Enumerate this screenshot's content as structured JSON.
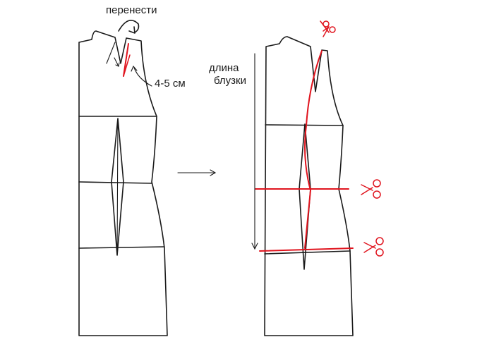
{
  "labels": {
    "move": "перенести",
    "dart_size": "4-5 см",
    "length_line1": "длина",
    "length_line2": "блузки"
  },
  "colors": {
    "outline": "#1a1a1a",
    "accent": "#e0141e",
    "background": "#ffffff"
  },
  "icons": [
    "curved-arrow-icon",
    "arrow-right-icon",
    "scissors-icon"
  ]
}
